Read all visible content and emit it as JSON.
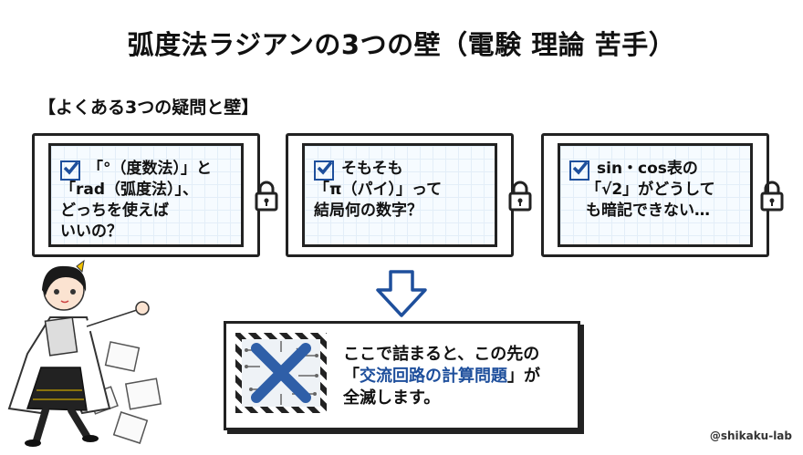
{
  "title": "弧度法ラジアンの3つの壁（電験 理論 苦手）",
  "section_label": "【よくある3つの疑問と壁】",
  "panels": [
    {
      "lines": [
        "「°（度数法）」と",
        "「rad（弧度法）」、",
        "どっちを使えば",
        "いいの？"
      ]
    },
    {
      "lines": [
        "そもそも",
        "「π（パイ）」って",
        "結局何の数字？"
      ]
    },
    {
      "lines": [
        "sin・cos表の",
        "「√2」がどうして",
        "も暗記できない…"
      ]
    }
  ],
  "bottom": {
    "line1": "ここで詰まると、この先の",
    "line2_open": "「",
    "line2_highlight": "交流回路の計算問題",
    "line2_close": "」が",
    "line3": "全滅します。"
  },
  "credit": "@shikaku-lab",
  "colors": {
    "accent": "#1e4f9c",
    "ink": "#222222"
  },
  "icons": [
    "checkbox-icon",
    "padlock-icon",
    "down-arrow-icon",
    "cross-mark-icon"
  ]
}
